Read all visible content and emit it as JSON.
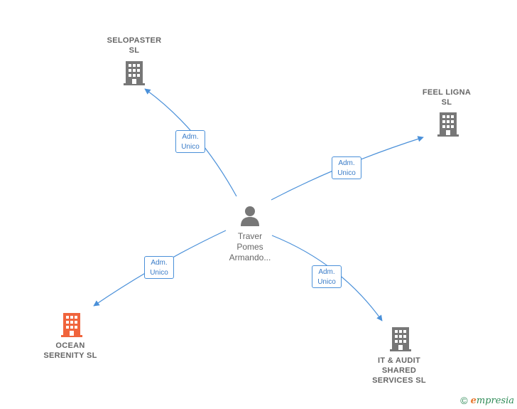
{
  "colors": {
    "edge": "#4a90d9",
    "building": "#777777",
    "building_highlight": "#f0643c",
    "person": "#777777",
    "label": "#666666"
  },
  "center": {
    "icon": "person-icon",
    "name": "Traver\nPomes\nArmando..."
  },
  "companies": [
    {
      "id": "selopaster",
      "name": "SELOPASTER\nSL",
      "icon": "building-icon",
      "highlight": false
    },
    {
      "id": "feel-ligna",
      "name": "FEEL LIGNA\nSL",
      "icon": "building-icon",
      "highlight": false
    },
    {
      "id": "ocean-serenity",
      "name": "OCEAN\nSERENITY  SL",
      "icon": "building-icon",
      "highlight": true
    },
    {
      "id": "it-audit",
      "name": "IT & AUDIT\nSHARED\nSERVICES  SL",
      "icon": "building-icon",
      "highlight": false
    }
  ],
  "relations": [
    {
      "to": "selopaster",
      "role": "Adm.\nUnico"
    },
    {
      "to": "feel-ligna",
      "role": "Adm.\nUnico"
    },
    {
      "to": "ocean-serenity",
      "role": "Adm.\nUnico"
    },
    {
      "to": "it-audit",
      "role": "Adm.\nUnico"
    }
  ],
  "brand": {
    "copyright": "©",
    "initial": "e",
    "rest": "mpresia"
  }
}
